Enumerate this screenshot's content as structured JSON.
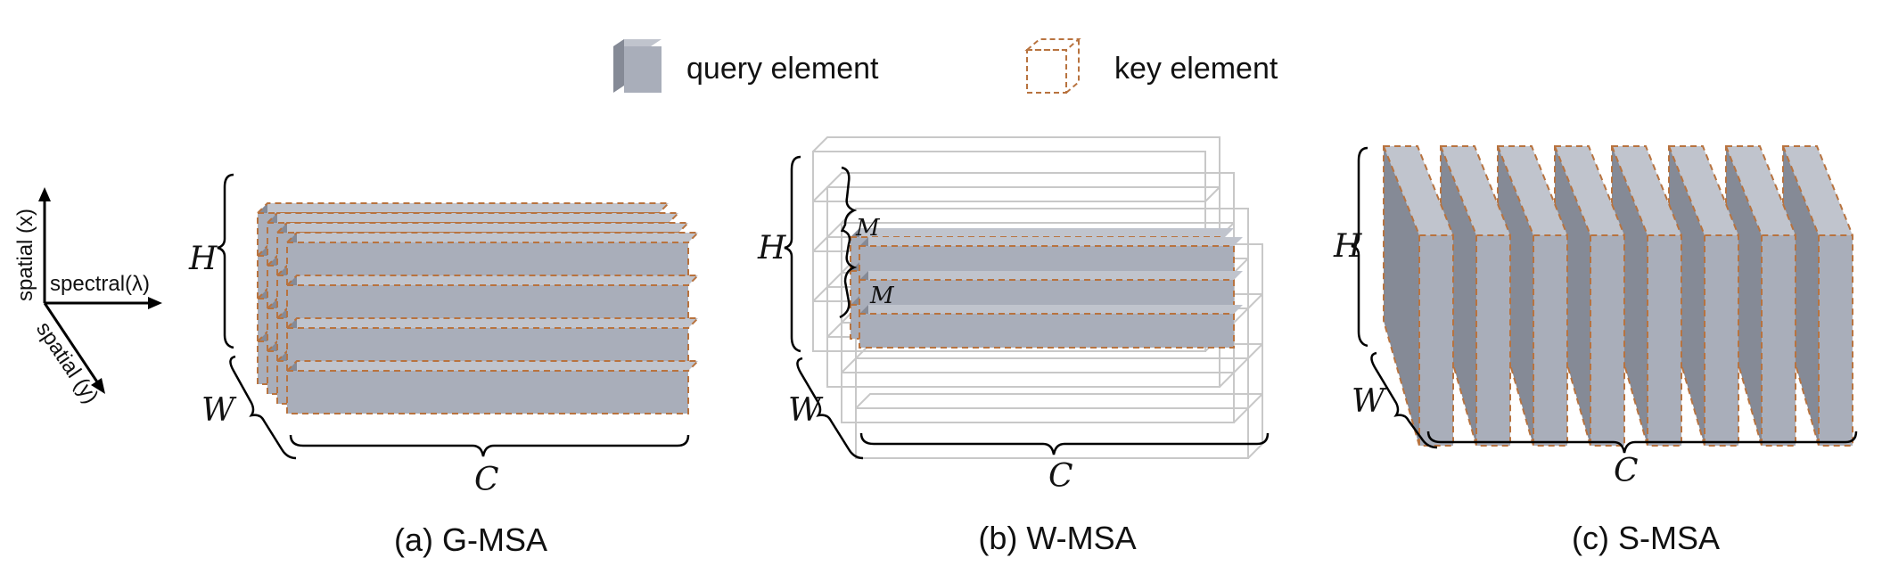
{
  "legend": {
    "query_label": "query element",
    "key_label": "key element"
  },
  "axes": {
    "x_label": "spatial (x)",
    "lambda_label": "spectral(λ)",
    "y_label": "spatial (y)"
  },
  "panels": [
    {
      "caption": "(a) G-MSA",
      "h": "H",
      "w": "W",
      "c": "C"
    },
    {
      "caption": "(b) W-MSA",
      "h": "H",
      "w": "W",
      "c": "C",
      "m_top": "M",
      "m_side": "M"
    },
    {
      "caption": "(c) S-MSA",
      "h": "H",
      "w": "W",
      "c": "C"
    }
  ],
  "colors": {
    "query_face": "#a9aeba",
    "query_side": "#858a96",
    "query_top": "#c0c4cd",
    "key_dash": "#b8733f",
    "window_line": "#c8c8c8",
    "text": "#111111"
  }
}
